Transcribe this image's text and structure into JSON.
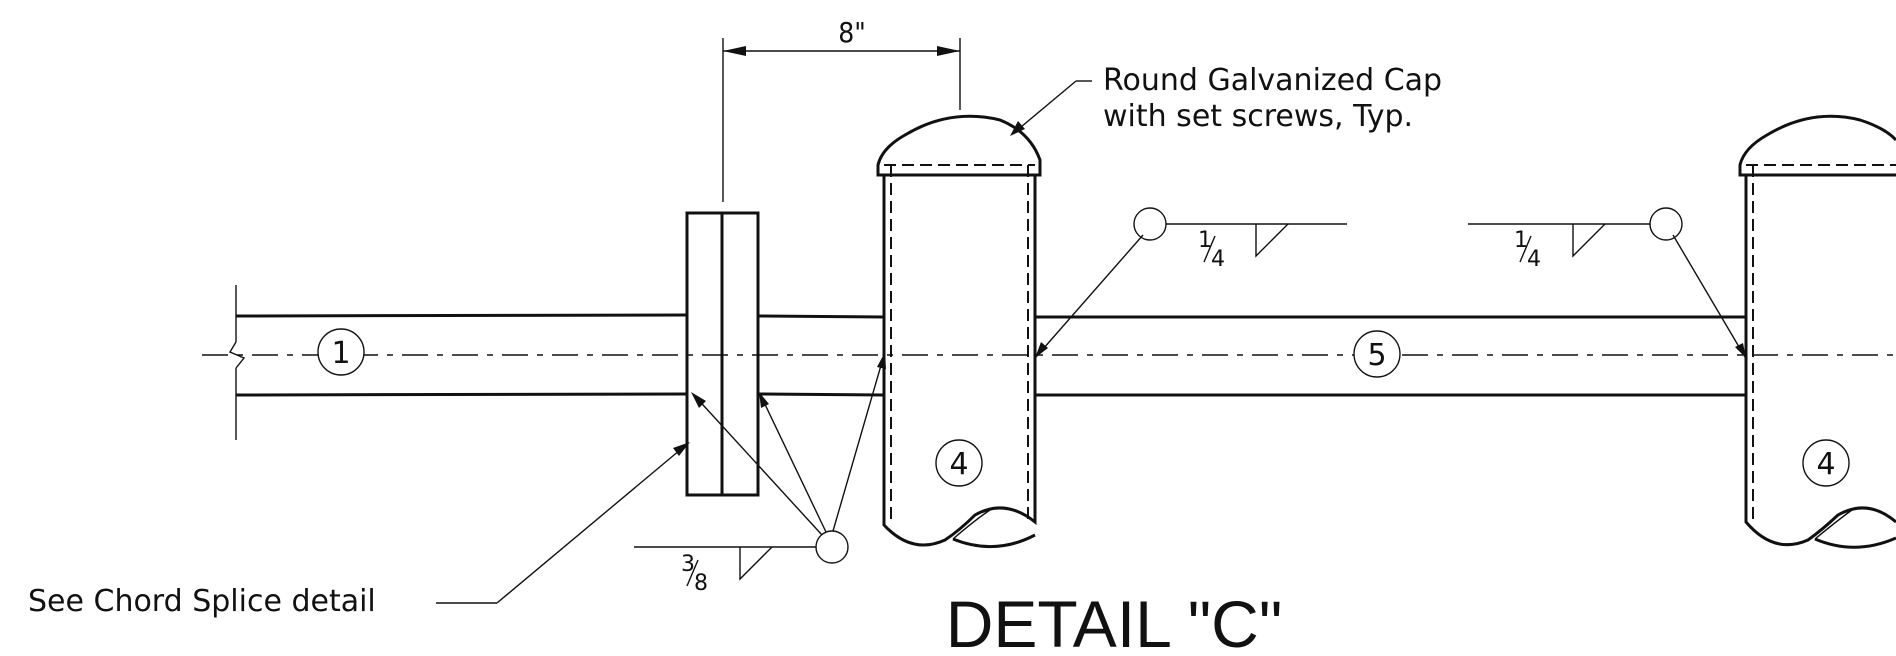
{
  "title": "DETAIL \"C\"",
  "dimension_label": "8\"",
  "callouts": {
    "cap_line1": "Round Galvanized Cap",
    "cap_line2": "with set screws, Typ.",
    "chord_splice": "See Chord Splice detail"
  },
  "part_tags": {
    "chord": "1",
    "post_left": "4",
    "post_right": "4",
    "rail": "5"
  },
  "welds": {
    "weld_left_num": "1",
    "weld_left_den": "4",
    "weld_right_num": "1",
    "weld_right_den": "4",
    "weld_bottom_num": "3",
    "weld_bottom_den": "8"
  }
}
